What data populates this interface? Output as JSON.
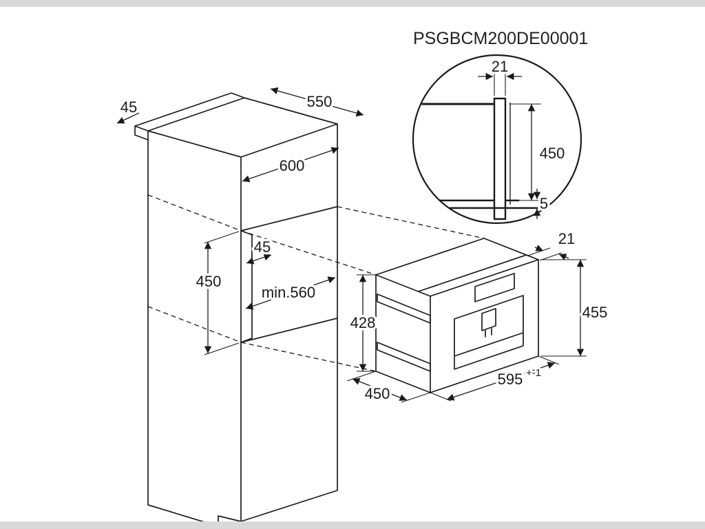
{
  "title": "PSGBCM200DE00001",
  "colors": {
    "line": "#1a1a1a",
    "background": "#ffffff",
    "letterbox": "#d9d9d9"
  },
  "cabinet": {
    "top_overhang": "45",
    "depth": "550",
    "width": "600",
    "niche_height": "450",
    "niche_recess": "45",
    "niche_min_width": "min.560"
  },
  "detail_circle": {
    "panel_thickness": "21",
    "niche_height": "450",
    "bottom_gap": "5"
  },
  "appliance": {
    "frame_depth": "21",
    "height": "455",
    "body_height": "428",
    "depth": "450",
    "width": "595",
    "width_tolerance": "+-1"
  }
}
